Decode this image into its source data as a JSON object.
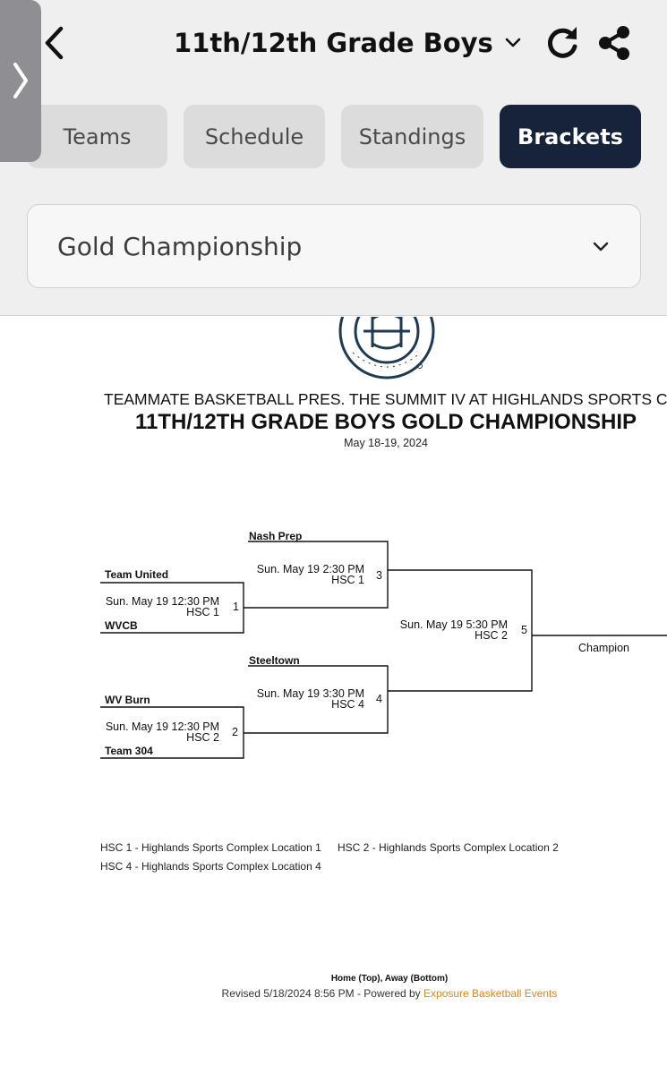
{
  "header": {
    "title": "11th/12th Grade Boys"
  },
  "tabs": [
    {
      "label": "Teams",
      "active": false
    },
    {
      "label": "Schedule",
      "active": false
    },
    {
      "label": "Standings",
      "active": false
    },
    {
      "label": "Brackets",
      "active": true
    }
  ],
  "bracket_select": {
    "value": "Gold Championship"
  },
  "document": {
    "event_name": "TEAMMATE BASKETBALL PRES. THE SUMMIT IV AT HIGHLANDS SPORTS COM",
    "title": "11TH/12TH GRADE BOYS GOLD CHAMPIONSHIP",
    "date": "May 18-19, 2024",
    "games": [
      {
        "number": "1",
        "time": "Sun. May 19 12:30 PM",
        "location": "HSC 1",
        "home": "Team United",
        "away": "WVCB"
      },
      {
        "number": "2",
        "time": "Sun. May 19 12:30 PM",
        "location": "HSC 2",
        "home": "WV Burn",
        "away": "Team 304"
      },
      {
        "number": "3",
        "time": "Sun. May 19 2:30 PM",
        "location": "HSC 1",
        "home": "Nash Prep"
      },
      {
        "number": "4",
        "time": "Sun. May 19 3:30 PM",
        "location": "HSC 4",
        "home": "Steeltown"
      },
      {
        "number": "5",
        "time": "Sun. May 19 5:30 PM",
        "location": "HSC 2"
      }
    ],
    "champion_label": "Champion",
    "legend": [
      "HSC 1 - Highlands Sports Complex Location 1",
      "HSC 2 - Highlands Sports Complex Location 2",
      "HSC 4 - Highlands Sports Complex Location 4"
    ],
    "footer_note": "Home (Top), Away (Bottom)",
    "revised_text": "Revised 5/18/2024 8:56 PM - Powered by ",
    "powered_link": "Exposure Basketball Events"
  },
  "colors": {
    "active_tab": "#17223b",
    "tab": "#dcdcdc",
    "link": "#d48a1a",
    "side_tab": "#8e8e93"
  }
}
